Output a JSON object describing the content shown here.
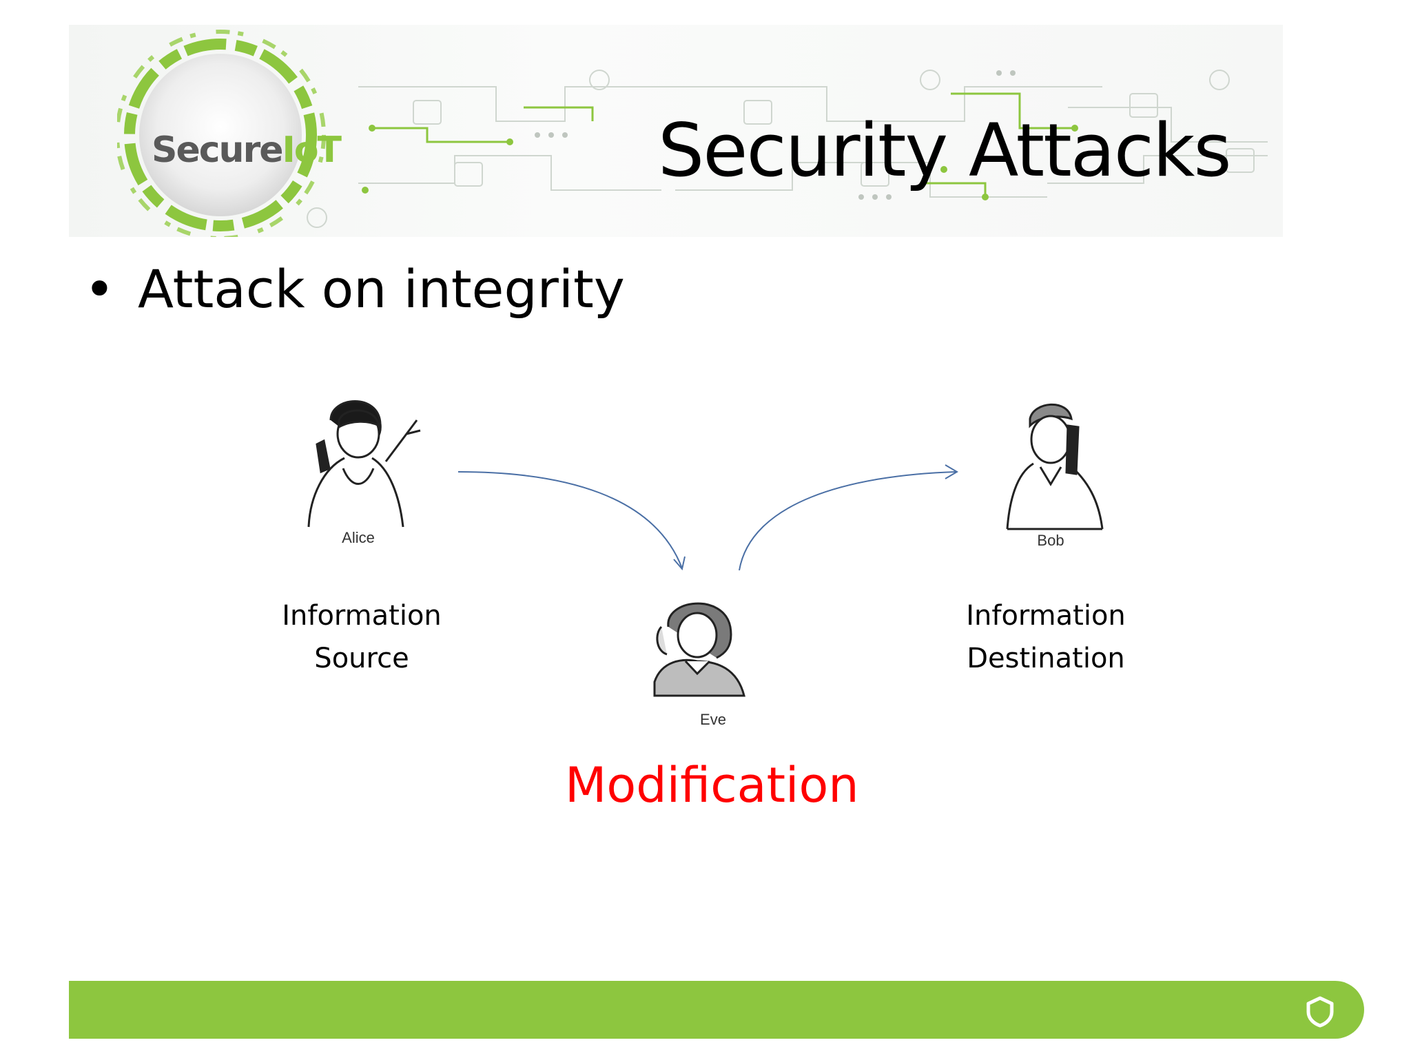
{
  "header": {
    "logo": {
      "text_main": "Secure",
      "text_accent": "IoT"
    },
    "title": "Security Attacks"
  },
  "content": {
    "bullet": "Attack on integrity"
  },
  "diagram": {
    "source": {
      "name": "Alice",
      "label_line1": "Information",
      "label_line2": "Source"
    },
    "destination": {
      "name": "Bob",
      "label_line1": "Information",
      "label_line2": "Destination"
    },
    "intruder": {
      "name": "Eve"
    },
    "attack_type": "Modification"
  },
  "colors": {
    "accent_green": "#8dc63f",
    "attack_red": "#ff0000",
    "arrow_blue": "#4a6fa5"
  },
  "footer": {
    "icon": "shield-icon"
  }
}
